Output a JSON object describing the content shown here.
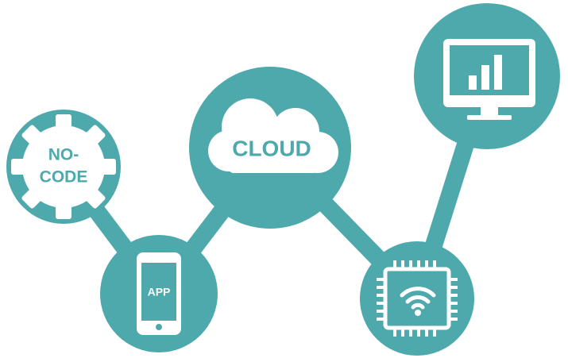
{
  "colors": {
    "primary": "#4ea9ac",
    "light": "#ffffff"
  },
  "nodes": {
    "nocode": {
      "line1": "NO-",
      "line2": "CODE",
      "icon": "gear-icon"
    },
    "app": {
      "label": "APP",
      "icon": "smartphone-icon"
    },
    "cloud": {
      "label": "CLOUD",
      "icon": "cloud-icon"
    },
    "chip": {
      "icon": "wifi-chip-icon"
    },
    "monitor": {
      "icon": "monitor-bar-chart-icon"
    }
  }
}
